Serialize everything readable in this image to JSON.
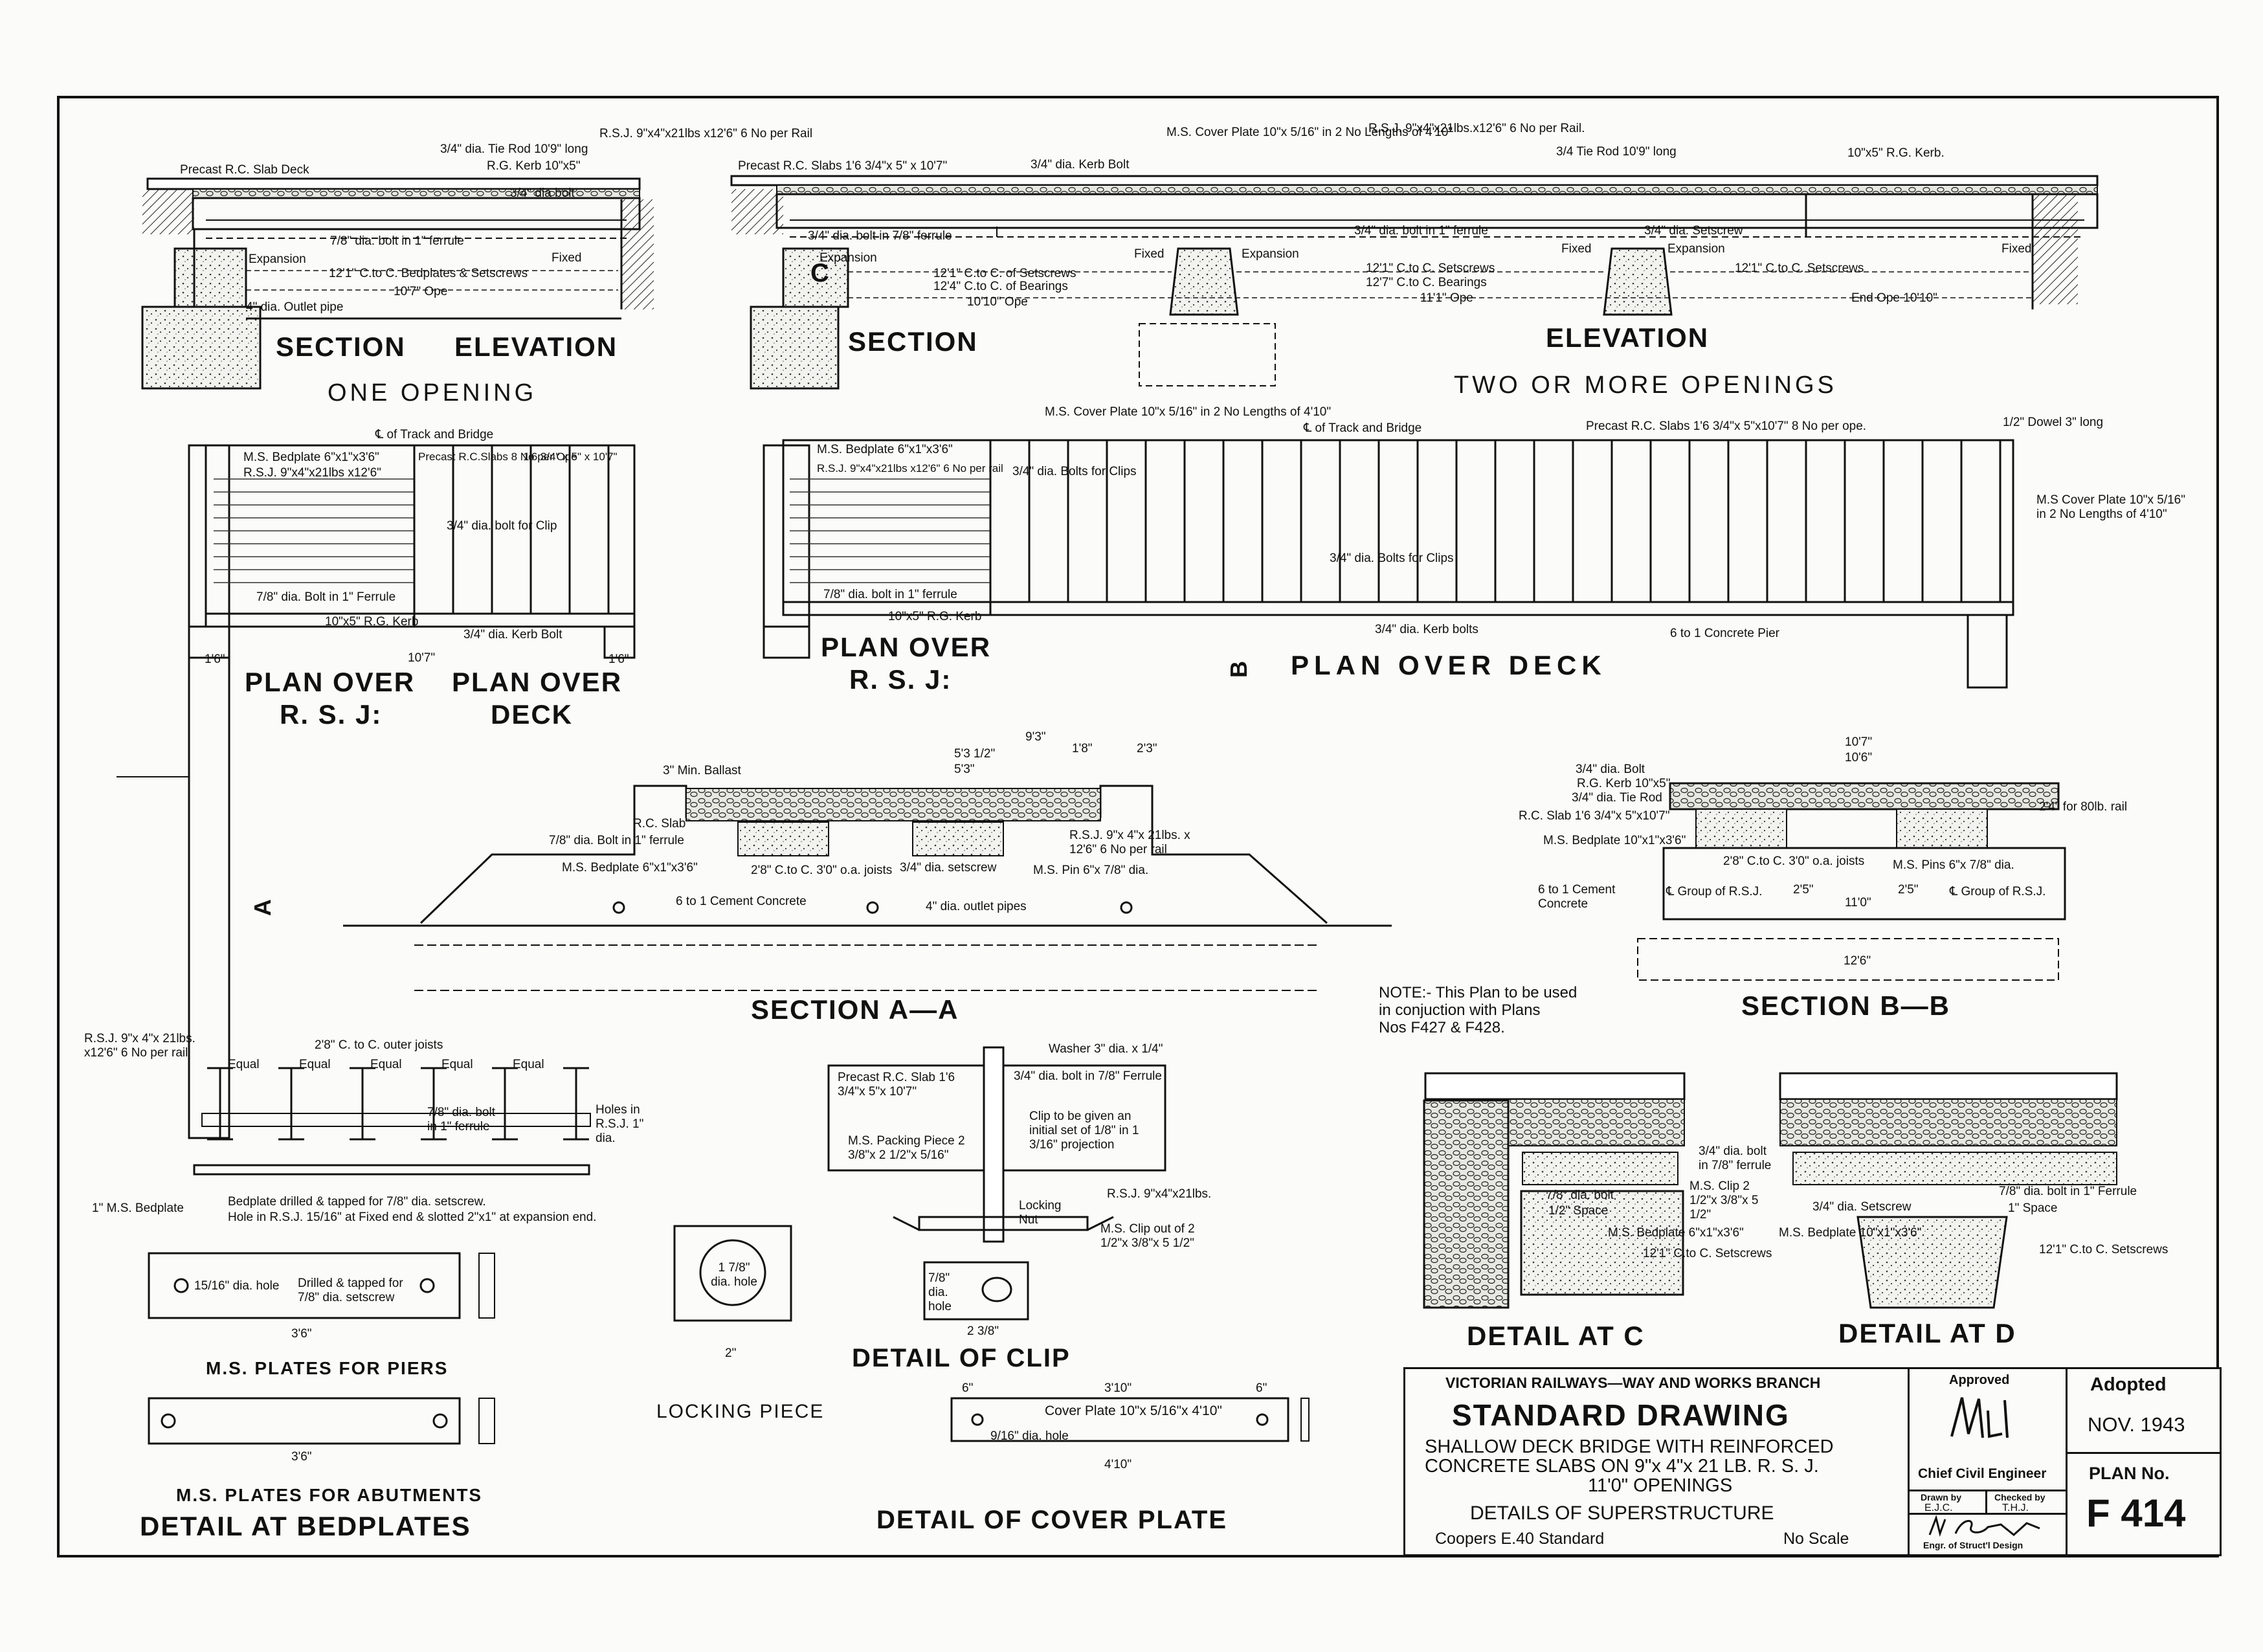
{
  "sections": {
    "one_opening": {
      "section": "SECTION",
      "elevation": "ELEVATION",
      "caption": "ONE OPENING"
    },
    "two_openings": {
      "section": "SECTION",
      "elevation": "ELEVATION",
      "caption": "TWO OR MORE OPENINGS"
    },
    "plan_rsj_1": [
      "PLAN OVER",
      "R. S. J:"
    ],
    "plan_deck_1": [
      "PLAN OVER",
      "DECK"
    ],
    "plan_rsj_2": [
      "PLAN OVER",
      "R. S. J:"
    ],
    "plan_deck_2": "PLAN OVER DECK",
    "section_aa": "SECTION A—A",
    "section_bb": "SECTION B—B",
    "detail_bedplates": "DETAIL AT BEDPLATES",
    "plates_piers": "M.S. PLATES FOR PIERS",
    "plates_abutments": "M.S. PLATES FOR ABUTMENTS",
    "locking_piece": "LOCKING PIECE",
    "detail_clip": "DETAIL OF CLIP",
    "detail_cover_plate": "DETAIL OF COVER PLATE",
    "detail_c": "DETAIL AT C",
    "detail_d": "DETAIL AT D",
    "marker_a": "A",
    "marker_b": "B",
    "marker_c": "C"
  },
  "annotations": {
    "r1_slab_deck": "Precast R.C. Slab Deck",
    "r1_tie_rod": "3/4\" dia. Tie Rod 10'9\" long",
    "r1_rsj": "R.S.J. 9\"x4\"x21lbs x12'6\" 6 No per Rail",
    "r1_kerb": "R.G. Kerb 10\"x5\"",
    "r1_bolt": "3/4\" dia bolt",
    "r1_ferrule": "7/8\" dia. bolt in 1\" ferrule",
    "r1_expansion": "Expansion",
    "r1_fixed": "Fixed",
    "r1_setscrews": "12'1\" C.to C. Bedplates & Setscrews",
    "r1_ope": "10'7\" Ope",
    "r1_outlet": "4\" dia. Outlet pipe",
    "r2_slabs": "Precast R.C. Slabs 1'6 3/4\"x 5\" x 10'7\"",
    "r2_kerb_bolt": "3/4\" dia. Kerb Bolt",
    "r2_cover_plate": "M.S. Cover Plate 10\"x 5/16\" in 2 No Lengths of 4'10\"",
    "r2_rsj": "R.S.J. 9\"x4\"x21lbs.x12'6\" 6 No per Rail.",
    "r2_tie_rod": "3/4 Tie Rod 10'9\" long",
    "r2_kerb": "10\"x5\" R.G. Kerb.",
    "r2_ferrule_a": "3/4\" dia. bolt in 7/8\" ferrule",
    "r2_ferrule_b": "3/4\" dia. bolt in 1\" ferrule",
    "r2_setscrew": "3/4\" dia. Setscrew",
    "r2_expansion": "Expansion",
    "r2_fixed": "Fixed",
    "r2_c1": "12'1\" C.to C. of Setscrews",
    "r2_c2": "12'4\" C.to C. of Bearings",
    "r2_c3": "10'10\" Ope",
    "r2_c4": "12'1\" C.to C. Setscrews",
    "r2_c5": "12'7\" C.to C. Bearings",
    "r2_c6": "11'1\" Ope",
    "r2_c7": "12'1\" C.to C. Setscrews",
    "r2_c8": "End Ope 10'10\"",
    "p1_track": "℄ of Track and Bridge",
    "p1_bedplate": "M.S. Bedplate 6\"x1\"x3'6\"",
    "p1_rsj": "R.S.J. 9\"x4\"x21lbs x12'6\"",
    "p1_precast": "Precast R.C.Slabs 8 No per Ope",
    "p1_dim": "1'6 3/4\" x 5\" x 10'7\"",
    "p1_clip": "3/4\" dia. bolt for Clip",
    "p1_ferrule": "7/8\" dia. Bolt in 1\" Ferrule",
    "p1_kerb": "10\"x5\" R.G. Kerb",
    "p1_kerb_bolt": "3/4\" dia. Kerb Bolt",
    "p1_d1": "1'6\"",
    "p1_d2": "10'7\"",
    "p1_d3": "1'6\"",
    "p2_cover": "M.S. Cover Plate 10\"x 5/16\" in 2 No Lengths of 4'10\"",
    "p2_track": "℄ of Track and Bridge",
    "p2_precast": "Precast R.C. Slabs 1'6 3/4\"x 5\"x10'7\" 8 No per ope.",
    "p2_dowel": "1/2\" Dowel 3\" long",
    "p2_bedplate": "M.S. Bedplate 6\"x1\"x3'6\"",
    "p2_rsj": "R.S.J. 9\"x4\"x21lbs x12'6\" 6 No per rail",
    "p2_clips": "3/4\" dia. Bolts for Clips",
    "p2_clips2": "3/4\" dia. Bolts for Clips",
    "p2_ferrule": "7/8\" dia. bolt in 1\" ferrule",
    "p2_kerb": "10\"x5\" R.G. Kerb",
    "p2_kerb_bolts": "3/4\" dia. Kerb bolts",
    "p2_pier": "6 to 1 Concrete Pier",
    "p2_cover_r": "M.S Cover Plate 10\"x 5/16\" in 2 No Lengths of 4'10\"",
    "aa_ballast": "3\" Min. Ballast",
    "aa_slab": "R.C. Slab",
    "aa_ferrule": "7/8\" dia. Bolt in 1\" ferrule",
    "aa_bedplate": "M.S. Bedplate 6\"x1\"x3'6\"",
    "aa_joists": "2'8\" C.to C. 3'0\" o.a. joists",
    "aa_setscrew": "3/4\" dia. setscrew",
    "aa_pin": "M.S. Pin 6\"x 7/8\" dia.",
    "aa_rsj": "R.S.J. 9\"x 4\"x 21lbs. x 12'6\" 6 No per rail",
    "aa_cement": "6 to 1 Cement Concrete",
    "aa_outlet": "4\" dia. outlet pipes",
    "aa_d1": "9'3\"",
    "aa_d2": "5'3 1/2\"",
    "aa_d3": "5'3\"",
    "aa_d4": "1'8\"",
    "aa_d5": "2'3\"",
    "bb_bolt": "3/4\" dia. Bolt",
    "bb_kerb": "R.G. Kerb 10\"x5\"",
    "bb_tie": "3/4\" dia. Tie Rod",
    "bb_slab": "R.C. Slab 1'6 3/4\"x 5\"x10'7\"",
    "bb_bedplate": "M.S. Bedplate 10\"x1\"x3'6\"",
    "bb_cement": "6 to 1 Cement Concrete",
    "bb_joists": "2'8\" C.to C. 3'0\" o.a. joists",
    "bb_pins": "M.S. Pins 6\"x 7/8\" dia.",
    "bb_group1": "℄ Group of R.S.J.",
    "bb_group2": "℄ Group of R.S.J.",
    "bb_d1": "10'7\"",
    "bb_d2": "10'6\"",
    "bb_d3": "11'0\"",
    "bb_d4": "12'6\"",
    "bb_d5": "2'5\"",
    "bb_d6": "2'5\"",
    "bb_rail": "2'4\" for 80lb. rail",
    "note": [
      "NOTE:- This Plan to be used",
      "in conjuction with Plans",
      "Nos F427 & F428."
    ],
    "bp_rsj": "R.S.J. 9\"x 4\"x 21lbs. x12'6\" 6 No per rail",
    "bp_outer": "2'8\" C. to C. outer joists",
    "bp_equal": "Equal",
    "bp_bolt": "7/8\" dia. bolt in 1\" ferrule",
    "bp_holes": "Holes in R.S.J. 1\" dia.",
    "bp_bedplate": "1\" M.S. Bedplate",
    "bp_drilled": "Bedplate drilled & tapped for 7/8\" dia. setscrew.",
    "bp_hole_note": "Hole in R.S.J. 15/16\" at Fixed end & slotted 2\"x1\" at expansion end.",
    "bp_hole": "15/16\" dia. hole",
    "bp_drilled2": "Drilled & tapped for 7/8\" dia. setscrew",
    "bp_d1": "3'6\"",
    "bp_d2": "3'6\"",
    "lp_dia": "1 7/8\" dia. hole",
    "lp_d1": "2\"",
    "cl_washer": "Washer 3\" dia. x 1/4\"",
    "cl_precast": "Precast R.C. Slab 1'6 3/4\"x 5\"x 10'7\"",
    "cl_bolt": "3/4\" dia. bolt in 7/8\" Ferrule",
    "cl_clip_note": "Clip to be given an initial set of 1/8\" in 1 3/16\" projection",
    "cl_packing": "M.S. Packing Piece 2 3/8\"x 2 1/2\"x 5/16\"",
    "cl_rsj": "R.S.J. 9\"x4\"x21lbs.",
    "cl_nut": "Locking Nut",
    "cl_clip": "M.S. Clip out of 2 1/2\"x 3/8\"x 5 1/2\"",
    "cl_hole": "7/8\" dia. hole",
    "cl_d1": "2 3/8\"",
    "cp_cover": "Cover Plate 10\"x 5/16\"x 4'10\"",
    "cp_hole": "9/16\" dia. hole",
    "cp_d1": "6\"",
    "cp_d2": "3'10\"",
    "cp_d3": "6\"",
    "cp_d4": "4'10\"",
    "dc_bolt": "3/4\" dia. bolt in 7/8\" ferrule",
    "dc_clip": "M.S. Clip 2 1/2\"x 3/8\"x 5 1/2\"",
    "dc_bolt2": "7/8\" dia. bolt",
    "dc_space": "1/2\" Space",
    "dc_bedplate": "M.S. Bedplate 6\"x1\"x3'6\"",
    "dc_setscrews": "12'1\" C.to C. Setscrews",
    "dd_setscrew": "3/4\" dia. Setscrew",
    "dd_bolt": "7/8\" dia. bolt in 1\" Ferrule",
    "dd_space": "1\" Space",
    "dd_bedplate": "M.S. Bedplate 10\"x1\"x3'6\"",
    "dd_setscrews": "12'1\" C.to C. Setscrews"
  },
  "title_block": {
    "railway": "VICTORIAN RAILWAYS—WAY AND WORKS BRANCH",
    "title": "STANDARD DRAWING",
    "desc": [
      "SHALLOW DECK BRIDGE WITH REINFORCED",
      "CONCRETE SLABS ON 9\"x 4\"x 21 LB. R. S. J.",
      "11'0\" OPENINGS",
      "DETAILS OF SUPERSTRUCTURE"
    ],
    "standard": "Coopers E.40 Standard",
    "scale": "No Scale",
    "approved_label": "Approved",
    "chief": "Chief Civil Engineer",
    "drawn_label": "Drawn by",
    "drawn": "E.J.C.",
    "checked_label": "Checked by",
    "checked": "T.H.J.",
    "engr": "Engr. of Struct'l Design",
    "adopted_label": "Adopted",
    "adopted": "NOV. 1943",
    "plan_label": "PLAN No.",
    "plan": "F 414"
  }
}
